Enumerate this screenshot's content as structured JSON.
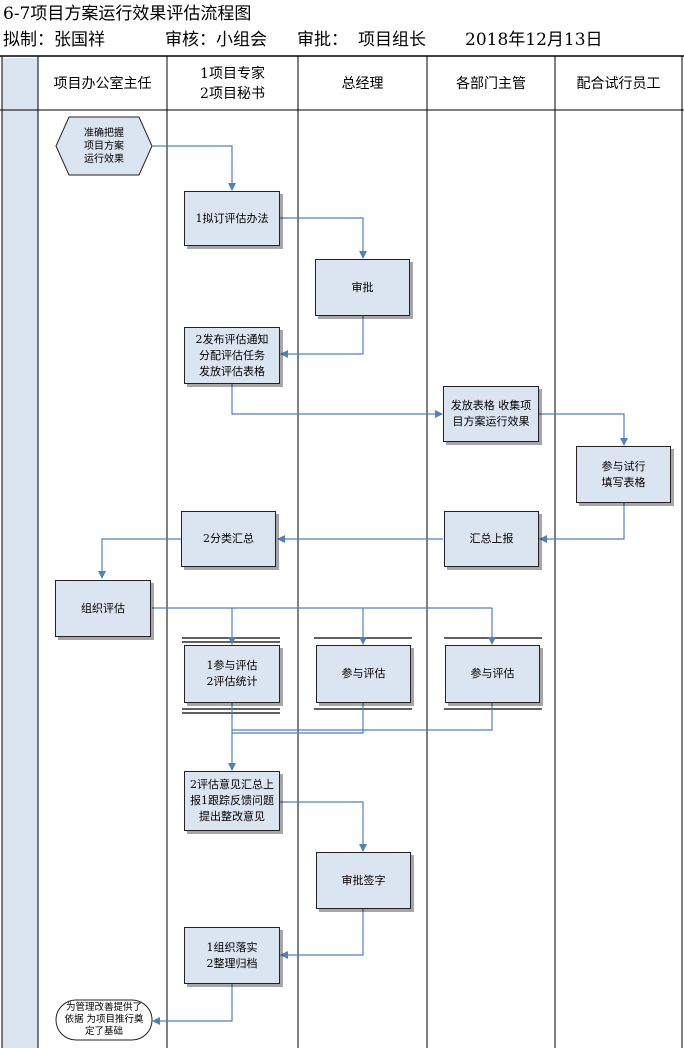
{
  "header": {
    "title": "6-7项目方案运行效果评估流程图",
    "drafter_label": "拟制：张国祥",
    "reviewer_label": "审核：小组会",
    "approver_label": "审批：",
    "approver_value": "项目组长",
    "date": "2018年12月13日"
  },
  "lanes": [
    "项目办公室主任",
    "1项目专家\n2项目秘书",
    "总经理",
    "各部门主管",
    "配合试行员工"
  ],
  "steps": {
    "start": "准确把握\n项目方案\n运行效果",
    "draft_method": "1拟订评估办法",
    "approve": "审批",
    "publish_notice": "2发布评估通知\n分配评估任务\n发放评估表格",
    "distribute_forms": "发放表格  收集项\n目方案运行效果",
    "trial_fill": "参与试行\n填写表格",
    "summarize_report": "汇总上报",
    "classify_summary": "2分类汇总",
    "organize_eval": "组织评估",
    "expert_eval": "1参与评估\n2评估统计",
    "gm_eval": "参与评估",
    "dept_eval": "参与评估",
    "opinions": "2评估意见汇总上\n报1跟踪反馈问题\n提出整改意见",
    "approve_sign": "审批签字",
    "implement": "1组织落实\n2整理归档",
    "end": "为管理改善提供了\n依据 为项目推行奠\n定了基础"
  },
  "colors": {
    "box_fill": "#dbe4f1",
    "arrow": "#4f81bd",
    "lane_left_fill": "#dbe4f1"
  }
}
